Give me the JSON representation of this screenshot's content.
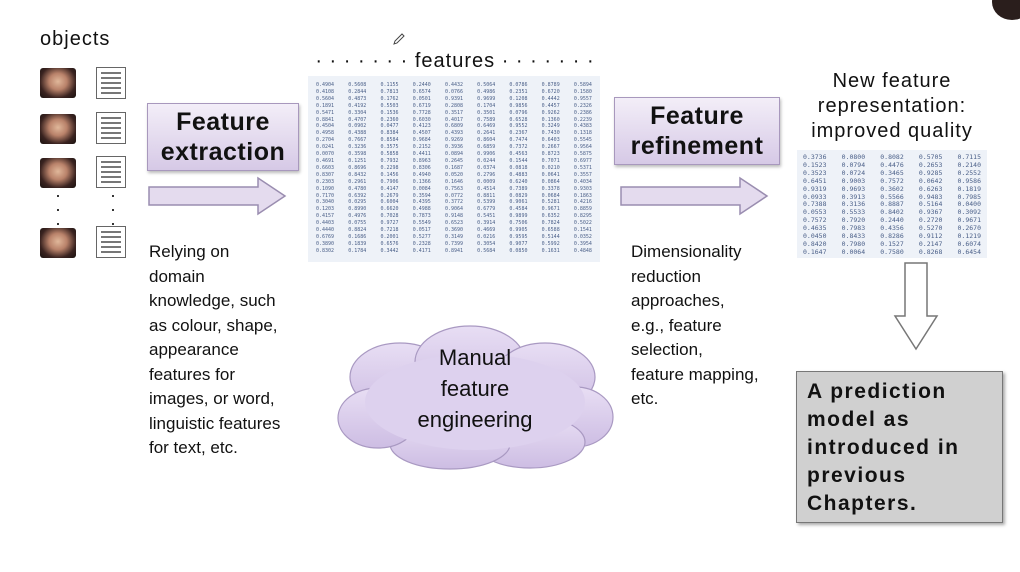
{
  "objects_label": "objects",
  "features_label": "features",
  "feature_extraction": {
    "line1": "Feature",
    "line2": "extraction"
  },
  "feature_refinement": {
    "line1": "Feature",
    "line2": "refinement"
  },
  "new_representation": {
    "line1": "New feature",
    "line2": "representation:",
    "line3": "improved quality"
  },
  "extraction_caption": [
    "Relying on",
    "domain",
    "knowledge, such",
    "as colour, shape,",
    "appearance",
    "features for",
    "images, or word,",
    "linguistic features",
    "for text, etc."
  ],
  "refinement_caption": [
    "Dimensionality",
    "reduction",
    "approaches,",
    "e.g., feature",
    "selection,",
    "feature mapping,",
    "etc."
  ],
  "manual_cloud": {
    "line1": "Manual",
    "line2": "feature",
    "line3": "engineering"
  },
  "prediction_box": [
    "A prediction",
    "model as",
    "introduced in",
    "previous",
    "Chapters."
  ],
  "reduced_matrix": [
    [
      "0.3736",
      "0.0800",
      "0.8082",
      "0.5705",
      "0.7115"
    ],
    [
      "0.1523",
      "0.0794",
      "0.4476",
      "0.2653",
      "0.2140"
    ],
    [
      "0.3523",
      "0.0724",
      "0.3465",
      "0.9285",
      "0.2552"
    ],
    [
      "0.6451",
      "0.9003",
      "0.7572",
      "0.0642",
      "0.9586"
    ],
    [
      "0.9319",
      "0.9693",
      "0.3602",
      "0.6263",
      "0.1819"
    ],
    [
      "0.0933",
      "0.3913",
      "0.5566",
      "0.9483",
      "0.7985"
    ],
    [
      "0.7388",
      "0.3136",
      "0.8887",
      "0.5164",
      "0.0400"
    ],
    [
      "0.0553",
      "0.5533",
      "0.8402",
      "0.9367",
      "0.3092"
    ],
    [
      "0.7572",
      "0.7920",
      "0.2440",
      "0.2720",
      "0.9671"
    ],
    [
      "0.4635",
      "0.7983",
      "0.4356",
      "0.5270",
      "0.2670"
    ],
    [
      "0.0450",
      "0.8433",
      "0.8286",
      "0.9112",
      "0.1219"
    ],
    [
      "0.8420",
      "0.7980",
      "0.1527",
      "0.2147",
      "0.6074"
    ],
    [
      "0.1647",
      "0.0064",
      "0.7580",
      "0.8268",
      "0.6454"
    ]
  ],
  "feature_matrix_seed": 7,
  "colors": {
    "box_light": "#f3eef8",
    "box_dark": "#d6c9e6",
    "cloud": "#d9ccec",
    "predict_bg": "#d0d0d0",
    "matrix_text": "#4a5f88"
  }
}
